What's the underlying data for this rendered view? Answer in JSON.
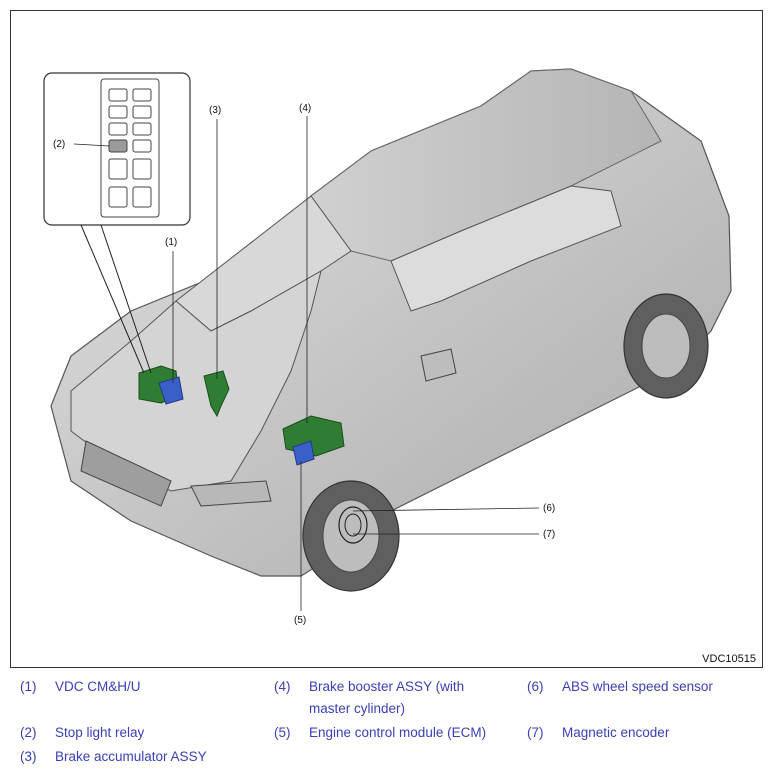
{
  "figure": {
    "code": "VDC10515",
    "callouts": {
      "c1": "(1)",
      "c2": "(2)",
      "c3": "(3)",
      "c4": "(4)",
      "c5": "(5)",
      "c6": "(6)",
      "c7": "(7)"
    }
  },
  "legend": [
    {
      "num": "(1)",
      "text": "VDC CM&H/U"
    },
    {
      "num": "(2)",
      "text": "Stop light relay"
    },
    {
      "num": "(3)",
      "text": "Brake accumulator ASSY"
    },
    {
      "num": "(4)",
      "text": "Brake booster ASSY (with",
      "text2": "master cylinder)"
    },
    {
      "num": "(5)",
      "text": "Engine control module (ECM)"
    },
    {
      "num": "(6)",
      "text": "ABS wheel speed sensor"
    },
    {
      "num": "(7)",
      "text": "Magnetic encoder"
    }
  ],
  "colors": {
    "text_link": "#3a3fb5",
    "component_green": "#2e7d32",
    "component_blue": "#3b5fc9",
    "relay_gray": "#9a9a9a",
    "car_body": "#c8c8c8"
  }
}
